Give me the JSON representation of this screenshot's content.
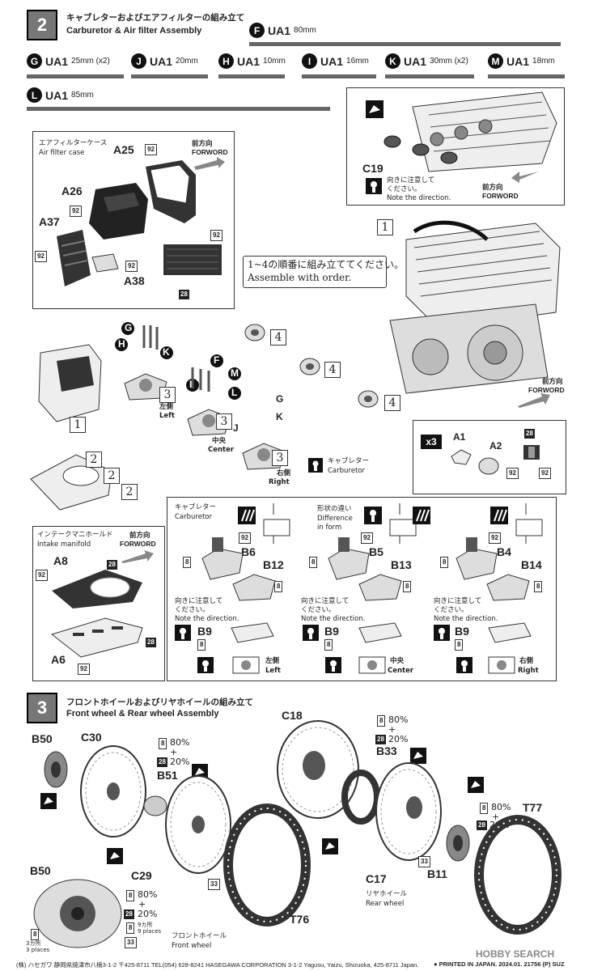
{
  "step2": {
    "number": "2",
    "title_jp": "キャブレターおよびエアフィルターの組み立て",
    "title_en": "Carburetor & Air filter Assembly",
    "parts": [
      {
        "letter": "F",
        "name": "UA1",
        "size": "80mm"
      },
      {
        "letter": "G",
        "name": "UA1",
        "size": "25mm (x2)"
      },
      {
        "letter": "J",
        "name": "UA1",
        "size": "20mm"
      },
      {
        "letter": "H",
        "name": "UA1",
        "size": "10mm"
      },
      {
        "letter": "I",
        "name": "UA1",
        "size": "16mm"
      },
      {
        "letter": "K",
        "name": "UA1",
        "size": "30mm (x2)"
      },
      {
        "letter": "M",
        "name": "UA1",
        "size": "18mm"
      },
      {
        "letter": "L",
        "name": "UA1",
        "size": "85mm"
      }
    ],
    "air_filter": {
      "caption_jp": "エアフィルターケース",
      "caption_en": "Air filter case",
      "front_jp": "前方向",
      "front_en": "FORWORD",
      "parts": [
        "A25",
        "A26",
        "A37",
        "A38"
      ],
      "color_code": "92",
      "black_code": "28"
    },
    "detail_top": {
      "part": "C19",
      "note_jp": "向きに注意して\nください。",
      "note_en": "Note the direction.",
      "front_jp": "前方向",
      "front_en": "FORWORD"
    },
    "engine_part": "1",
    "assembly_note_jp": "1~4の順番に組み立ててください。",
    "assembly_note_en": "Assemble with order.",
    "order": [
      "1",
      "2",
      "3",
      "4"
    ],
    "engine_front_jp": "前方向",
    "engine_front_en": "FORWORD",
    "positions": {
      "left_jp": "左側",
      "left_en": "Left",
      "center_jp": "中央",
      "center_en": "Center",
      "right_jp": "右側",
      "right_en": "Right"
    },
    "x3_box": {
      "mult": "x3",
      "parts": [
        "A1",
        "A2"
      ],
      "codes": [
        "28",
        "92",
        "92"
      ]
    },
    "carb_label": {
      "jp": "キャブレター",
      "en": "Carburetor"
    },
    "intake": {
      "caption_jp": "インテークマニホールド",
      "caption_en": "Intake manifold",
      "front_jp": "前方向",
      "front_en": "FORWORD",
      "parts": [
        "A8",
        "A6"
      ],
      "codes": [
        "92",
        "28",
        "28",
        "92"
      ]
    },
    "carb_detail": {
      "title_jp": "キャブレター",
      "title_en": "Carburetor",
      "diff_jp": "形状の違い",
      "diff_en": "Difference\nin form",
      "note_jp": "向きに注意して\nください。",
      "note_en": "Note the direction.",
      "columns": [
        {
          "top": "B6",
          "mid": "B12",
          "bot": "B9",
          "jp": "左側",
          "en": "Left"
        },
        {
          "top": "B5",
          "mid": "B13",
          "bot": "B9",
          "jp": "中央",
          "en": "Center"
        },
        {
          "top": "B4",
          "mid": "B14",
          "bot": "B9",
          "jp": "右側",
          "en": "Right"
        }
      ],
      "code_92": "92",
      "code_8": "8"
    }
  },
  "step3": {
    "number": "3",
    "title_jp": "フロントホイールおよびリヤホイールの組み立て",
    "title_en": "Front wheel & Rear wheel Assembly",
    "front_parts": [
      "B50",
      "C30",
      "B51",
      "C29",
      "T76"
    ],
    "rear_parts": [
      "C18",
      "B33",
      "C17",
      "B11",
      "T77"
    ],
    "mix_front": {
      "a": "8",
      "a_pct": "80%",
      "plus": "+",
      "b": "28",
      "b_pct": "20%"
    },
    "mix_rear": {
      "a": "8",
      "a_pct": "80%",
      "plus": "+",
      "b": "28",
      "b_pct": "20%"
    },
    "mix_b11": {
      "a": "8",
      "a_pct": "80%",
      "plus": "+",
      "b": "28",
      "b_pct": "20%"
    },
    "b50_detail": {
      "part": "B50",
      "mix_a": "8",
      "mix_a_pct": "80%",
      "plus": "+",
      "mix_b": "28",
      "mix_b_pct": "20%",
      "nine_jp": "9カ所",
      "nine_en": "9 places",
      "three_jp": "3カ所",
      "three_en": "3 places",
      "code_8": "8",
      "code_33": "33"
    },
    "front_wheel_jp": "フロントホイール",
    "front_wheel_en": "Front wheel",
    "rear_wheel_jp": "リヤホイール",
    "rear_wheel_en": "Rear wheel",
    "code_33": "33"
  },
  "footer": {
    "left": "(株) ハセガワ 静岡県焼津市八楠3-1-2 〒425-8711 TEL(054) 628-8241 HASEGAWA CORPORATION 3-1-2 Yagusu, Yaizu, Shizuoka, 425-8711 Japan.",
    "printed": "● PRINTED IN JAPAN. 2024.01. 21756 (P) SUZ",
    "watermark": "HOBBY SEARCH"
  }
}
